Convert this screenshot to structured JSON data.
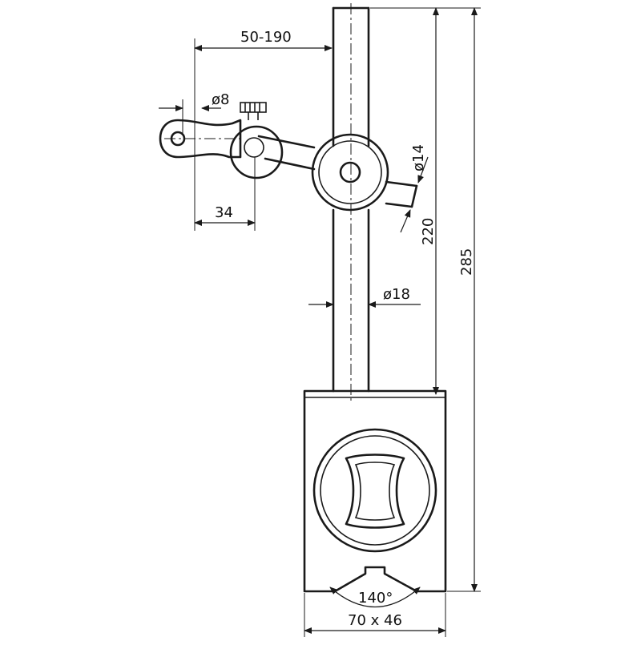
{
  "dimensions": {
    "arm_reach": "50-190",
    "clamp_bore": "ø8",
    "arm_diameter": "ø14",
    "arm_offset": "34",
    "arm_height": "220",
    "total_height": "285",
    "column_diameter": "ø18",
    "prism_angle": "140°",
    "base_size": "70 x 46"
  }
}
